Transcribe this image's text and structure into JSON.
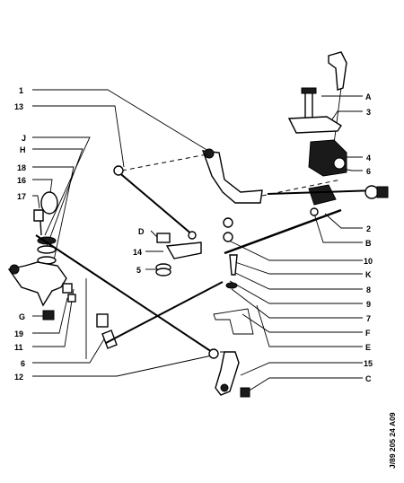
{
  "diagram": {
    "reference_code": "J/89 205 24 A09",
    "callouts_left": [
      "1",
      "13",
      "J",
      "H",
      "18",
      "16",
      "17",
      "D",
      "14",
      "5",
      "G",
      "19",
      "11",
      "6",
      "12"
    ],
    "callouts_right": [
      "A",
      "3",
      "4",
      "6",
      "2",
      "B",
      "10",
      "K",
      "8",
      "9",
      "7",
      "F",
      "E",
      "15",
      "C"
    ]
  }
}
